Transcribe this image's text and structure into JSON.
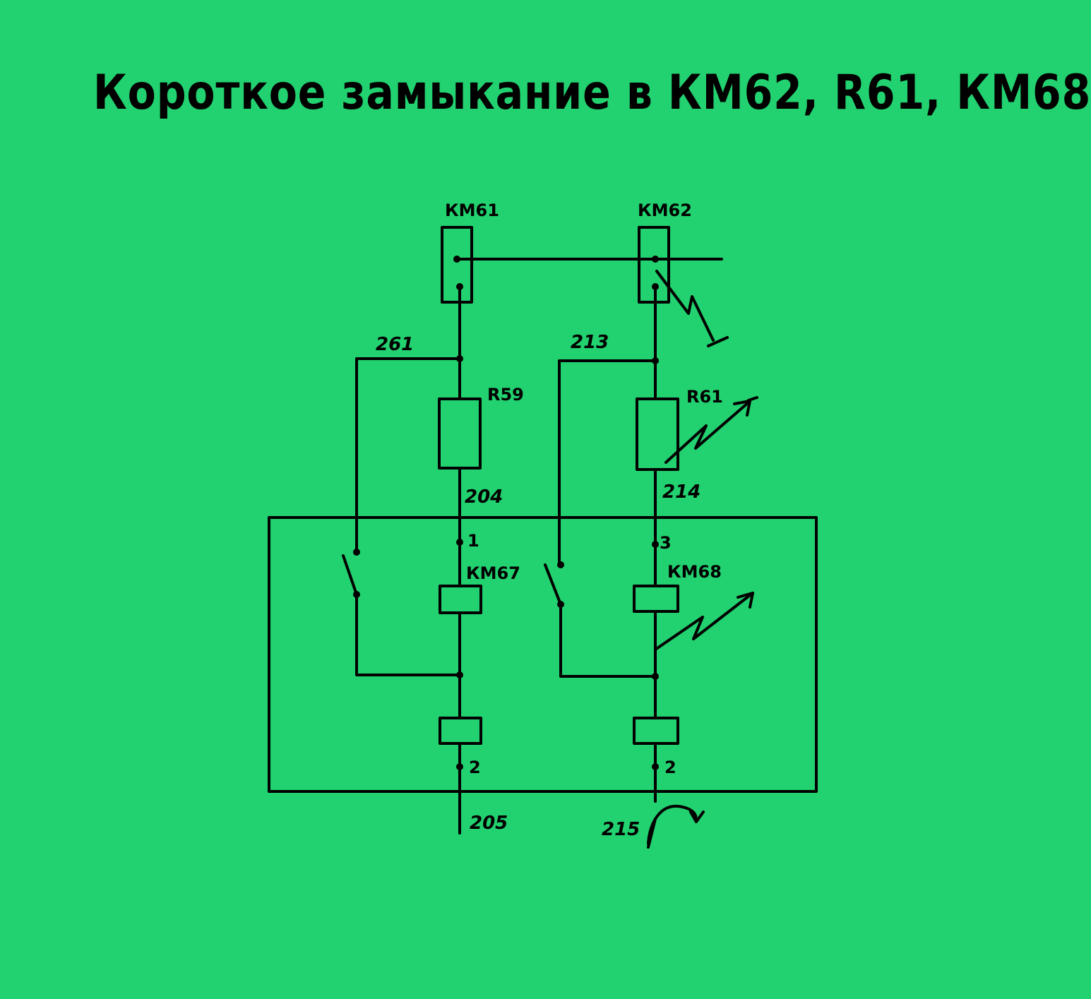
{
  "title": "Короткое замыкание в КМ62, R61, КМ68",
  "components": {
    "km61": "КМ61",
    "km62": "КМ62",
    "r59": "R59",
    "r61": "R61",
    "km67": "КМ67",
    "km68": "КМ68"
  },
  "wires": {
    "w261": "261",
    "w213": "213",
    "w204": "204",
    "w214": "214",
    "w205": "205",
    "w215": "215"
  },
  "pins": {
    "p1": "1",
    "p3": "3",
    "p2_left": "2",
    "p2_right": "2"
  },
  "colors": {
    "background": "#22d16f",
    "ink": "#000000"
  }
}
